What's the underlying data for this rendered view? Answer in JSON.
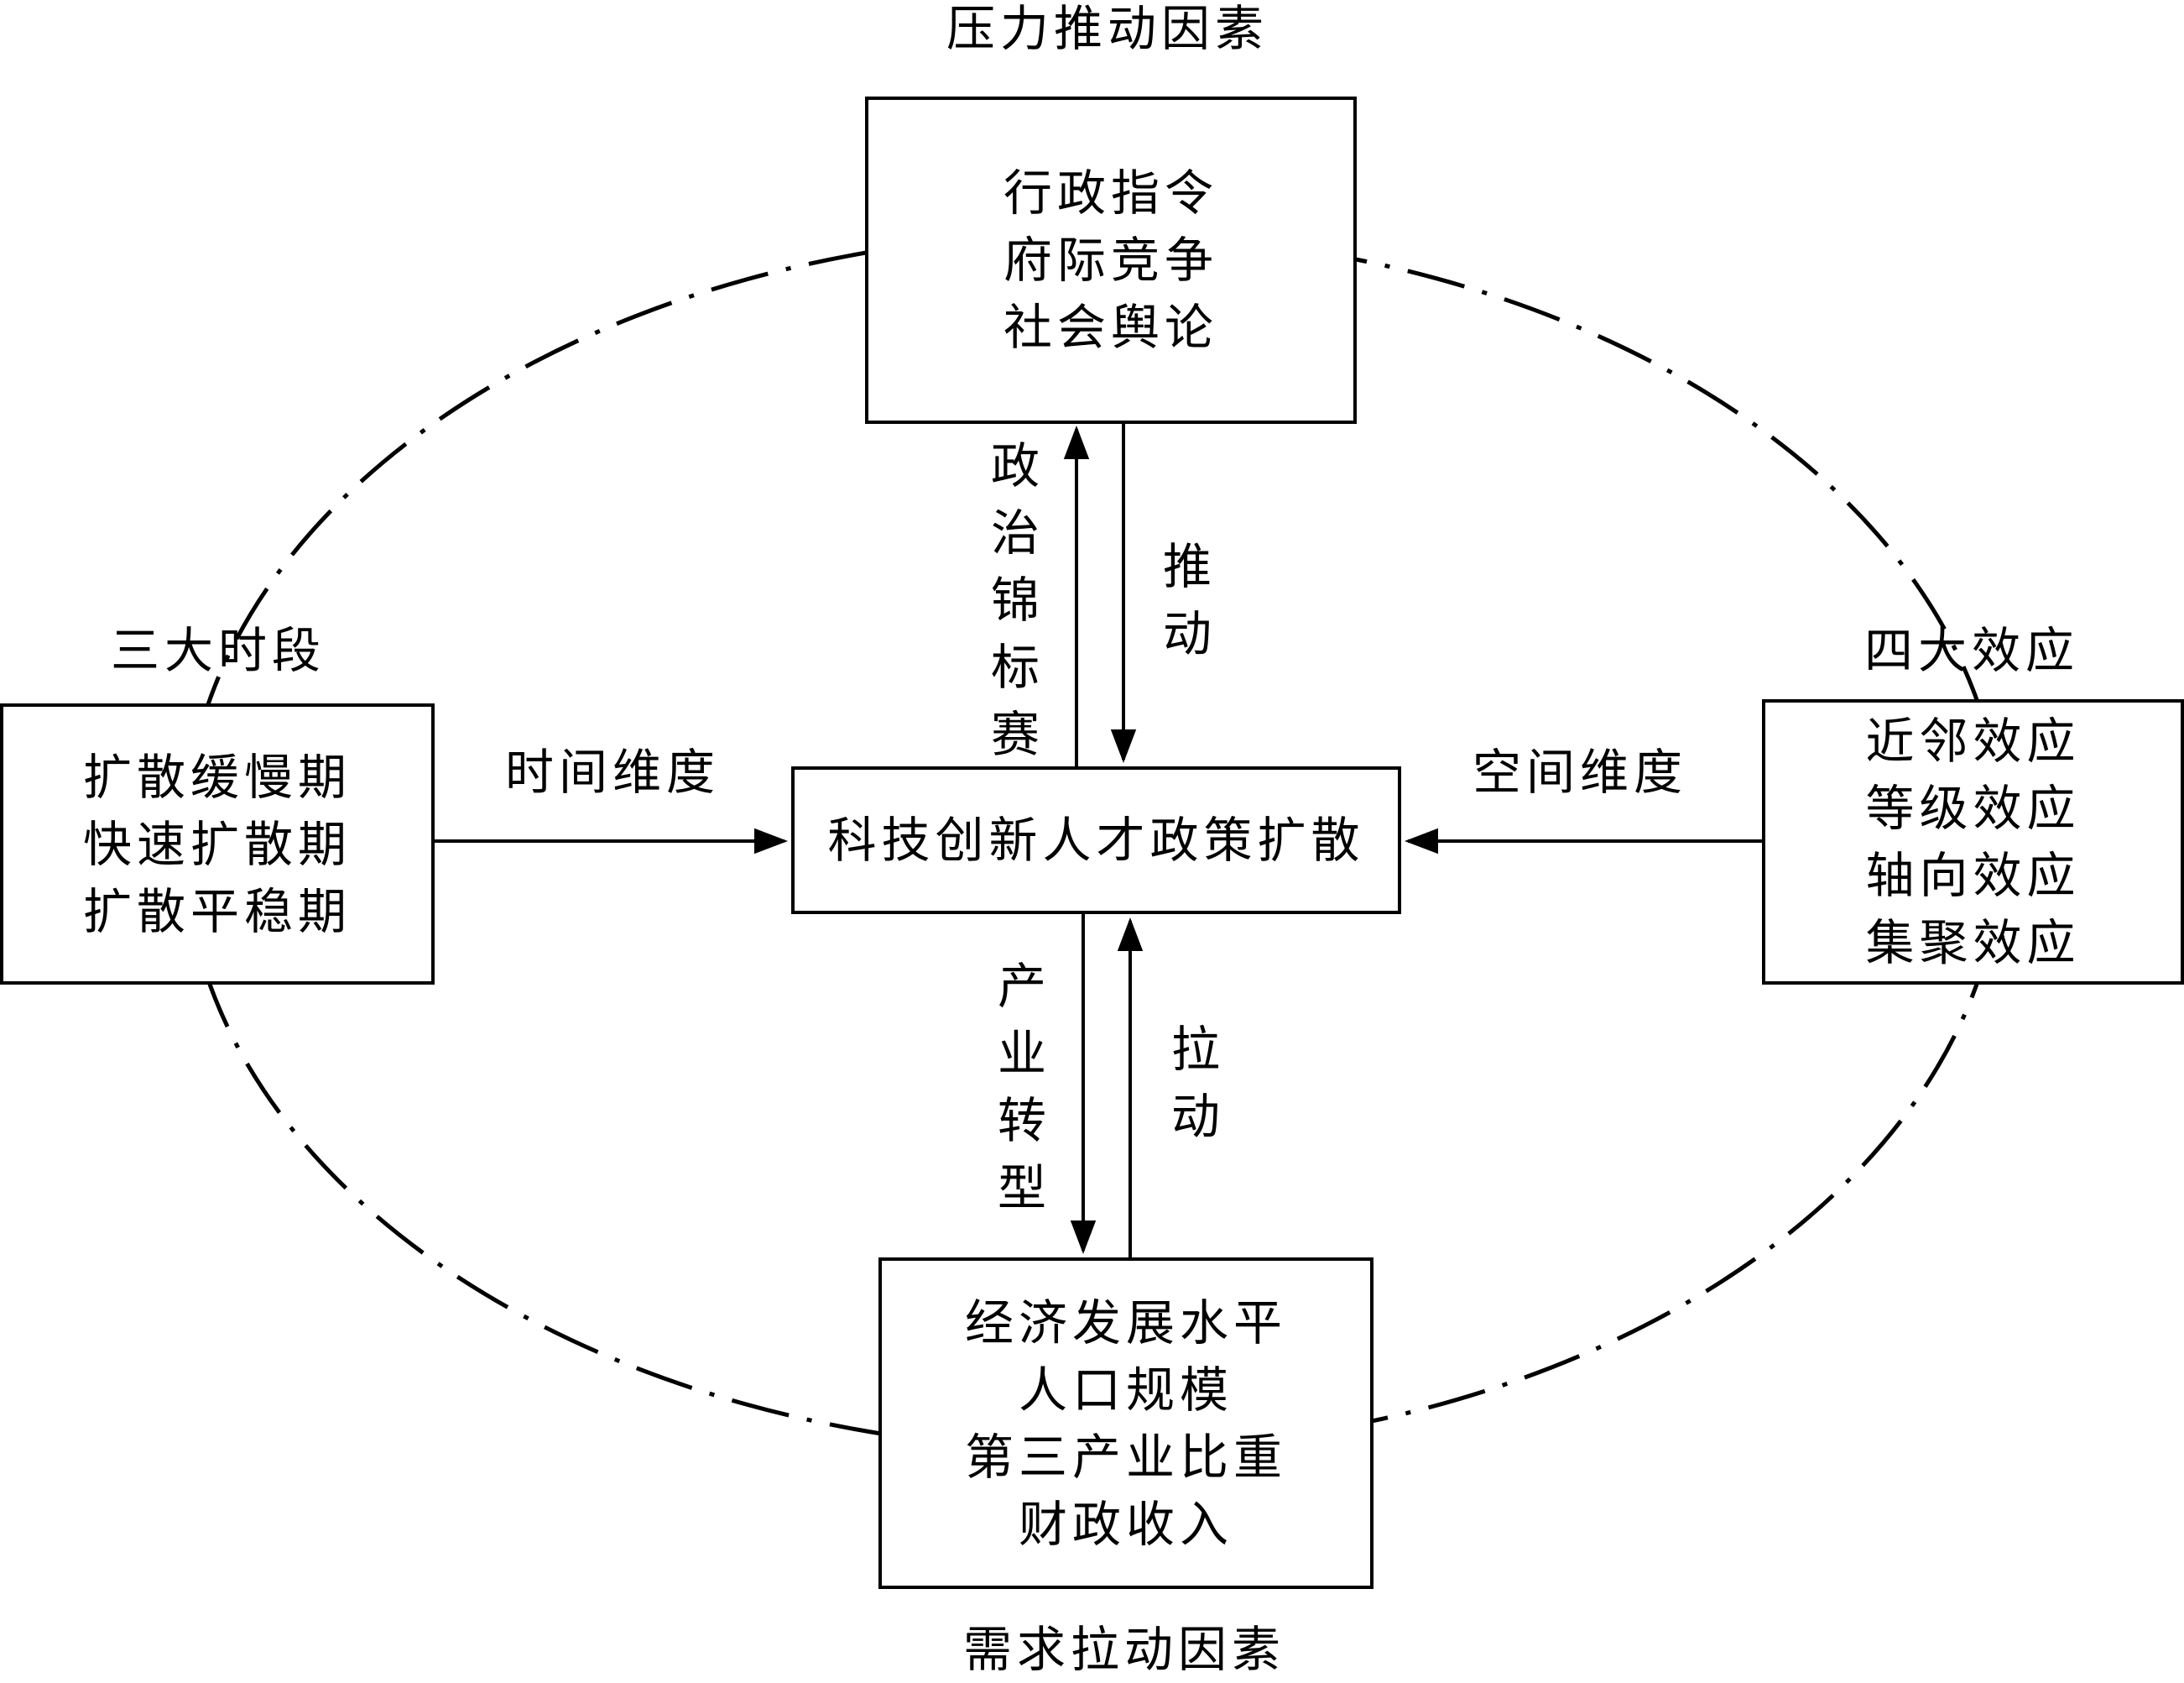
{
  "top_group": {
    "heading": "压力推动因素",
    "lines": [
      "行政指令",
      "府际竞争",
      "社会舆论"
    ]
  },
  "left_group": {
    "heading": "三大时段",
    "lines": [
      "扩散缓慢期",
      "快速扩散期",
      "扩散平稳期"
    ]
  },
  "right_group": {
    "heading": "四大效应",
    "lines": [
      "近邻效应",
      "等级效应",
      "轴向效应",
      "集聚效应"
    ]
  },
  "center": {
    "label": "科技创新人才政策扩散"
  },
  "bottom_group": {
    "heading": "需求拉动因素",
    "lines": [
      "经济发展水平",
      "人口规模",
      "第三产业比重",
      "财政收入"
    ]
  },
  "edges": {
    "political": "政治锦标赛",
    "push": "推动",
    "industry": "产业转型",
    "pull": "拉动",
    "time": "时间维度",
    "space": "空间维度"
  }
}
